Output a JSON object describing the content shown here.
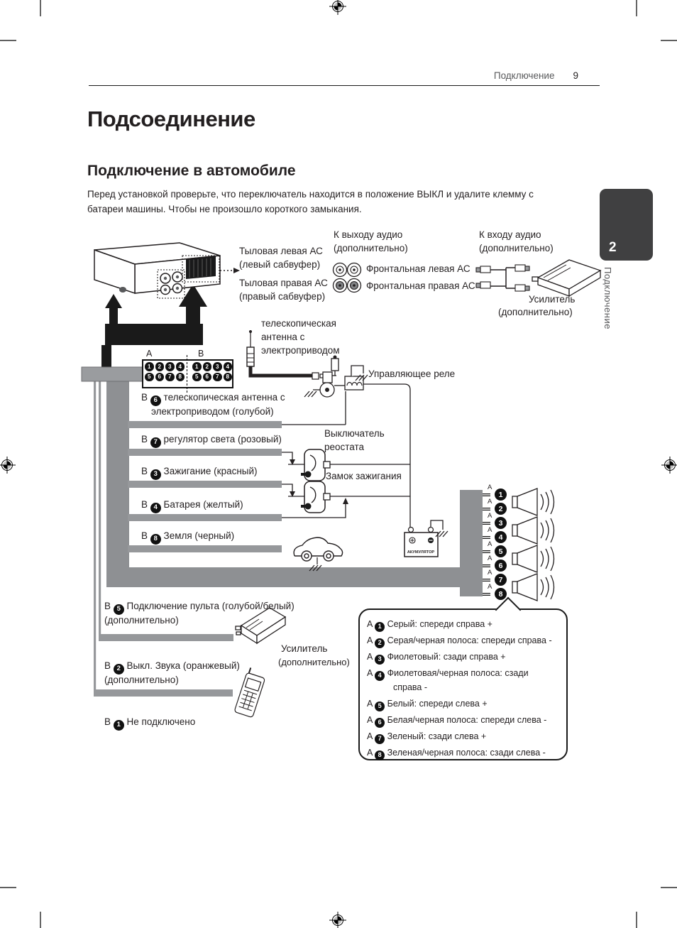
{
  "header": {
    "section": "Подключение",
    "page": "9"
  },
  "title": "Подсоединение",
  "section_heading": "Подключение в автомобиле",
  "intro_line1": "Перед установкой проверьте, что переключатель находится в положение ВЫКЛ и удалите клемму с",
  "intro_line2": "батареи машины. Чтобы не произошло короткого замыкания.",
  "tab": {
    "number": "2",
    "label": "Подключение"
  },
  "labels": {
    "audio_out_1": "К выходу аудио",
    "audio_out_2": "(дополнительно)",
    "audio_in_1": "К входу аудио",
    "audio_in_2": "(дополнительно)",
    "front_left": "Фронтальная левая АС",
    "front_right": "Фронтальная правая АС",
    "amp_top_1": "Усилитель",
    "amp_top_2": "(дополнительно)",
    "rear_left_1": "Тыловая левая АС",
    "rear_left_2": "(левый сабвуфер)",
    "rear_right_1": "Тыловая правая АС",
    "rear_right_2": "(правый сабвуфер)",
    "antenna_1": "телескопическая",
    "antenna_2": "антенна с",
    "antenna_3": "электроприводом",
    "relay": "Управляющее реле",
    "rheostat_1": "Выключатель",
    "rheostat_2": "реостата",
    "ignition": "Замок зажигания",
    "battery": "АКУМУЛЯТОР",
    "amp_mid_1": "Усилитель",
    "amp_mid_2": "(дополнительно)",
    "connector_a": "A",
    "connector_b": "B"
  },
  "wire_rows": {
    "b6": {
      "prefix": "B",
      "pin": "6",
      "line1": "телескопическая антенна с",
      "line2": "электроприводом (голубой)"
    },
    "b7": {
      "prefix": "B",
      "pin": "7",
      "text": "регулятор света (розовый)"
    },
    "b3": {
      "prefix": "B",
      "pin": "3",
      "text": "Зажигание (красный)"
    },
    "b4": {
      "prefix": "B",
      "pin": "4",
      "text": "Батарея (желтый)"
    },
    "b8": {
      "prefix": "B",
      "pin": "8",
      "text": "Земля (черный)"
    },
    "b5": {
      "prefix": "B",
      "pin": "5",
      "text": "Подключение пульта (голубой/белый)",
      "note": "(дополнительно)"
    },
    "b2": {
      "prefix": "B",
      "pin": "2",
      "text": "Выкл. Звука (оранжевый)",
      "note": "(дополнительно)"
    },
    "b1": {
      "prefix": "B",
      "pin": "1",
      "text": "Не подключено"
    }
  },
  "connector_pins": {
    "a_top": [
      "1",
      "2",
      "3",
      "4"
    ],
    "b_top": [
      "1",
      "2",
      "3",
      "4"
    ],
    "a_bottom": [
      "5",
      "6",
      "7",
      "8"
    ],
    "b_bottom": [
      "5",
      "6",
      "7",
      "8"
    ]
  },
  "speaker_pins": [
    {
      "prefix": "A",
      "num": "1"
    },
    {
      "prefix": "A",
      "num": "2"
    },
    {
      "prefix": "A",
      "num": "3"
    },
    {
      "prefix": "A",
      "num": "4"
    },
    {
      "prefix": "A",
      "num": "5"
    },
    {
      "prefix": "A",
      "num": "6"
    },
    {
      "prefix": "A",
      "num": "7"
    },
    {
      "prefix": "A",
      "num": "8"
    }
  ],
  "bubble": {
    "items": [
      {
        "prefix": "A",
        "num": "1",
        "text": "Серый: спереди справа +"
      },
      {
        "prefix": "A",
        "num": "2",
        "text": "Серая/черная полоса: спереди справа -"
      },
      {
        "prefix": "A",
        "num": "3",
        "text": "Фиолетовый: сзади справа +"
      },
      {
        "prefix": "A",
        "num": "4",
        "text": "Фиолетовая/черная полоса: сзади",
        "text2": "справа -"
      },
      {
        "prefix": "A",
        "num": "5",
        "text": "Белый: спереди слева +"
      },
      {
        "prefix": "A",
        "num": "6",
        "text": "Белая/черная полоса: спереди слева -"
      },
      {
        "prefix": "A",
        "num": "7",
        "text": "Зеленый: сзади слева +"
      },
      {
        "prefix": "A",
        "num": "8",
        "text": "Зеленая/черная полоса: сзади слева -"
      }
    ]
  },
  "colors": {
    "wire_gray": "#96989b",
    "band_gray": "#8e9093",
    "tab_dark": "#404041",
    "text_gray": "#58595b"
  }
}
